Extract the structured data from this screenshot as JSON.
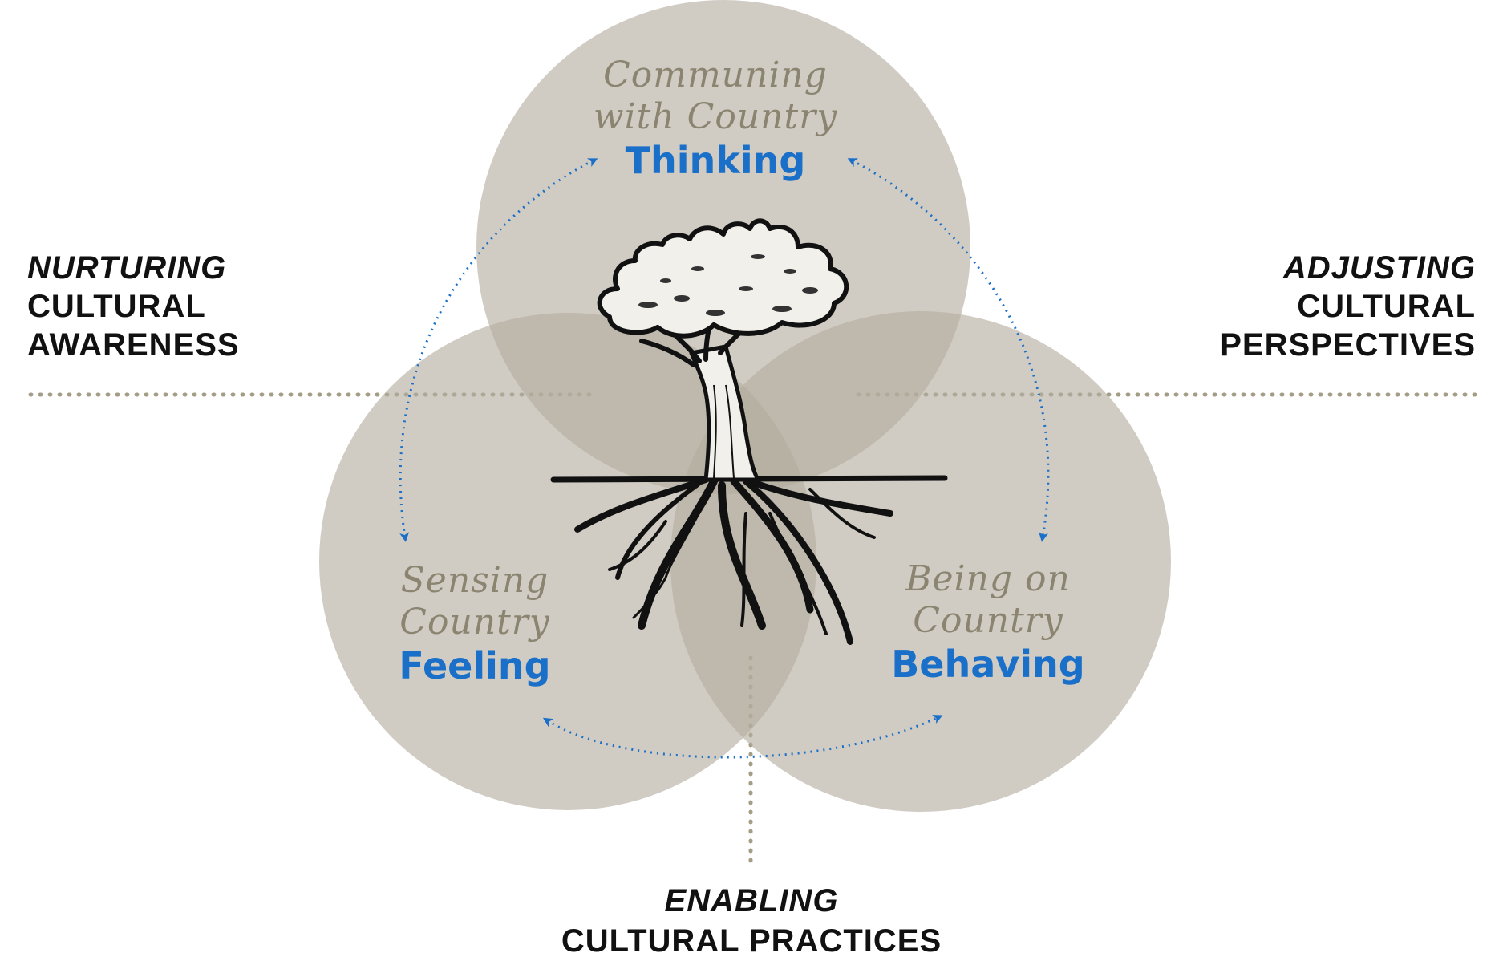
{
  "circles": {
    "top": {
      "title_line1": "Communing",
      "title_line2": "with Country",
      "keyword": "Thinking"
    },
    "left": {
      "title_line1": "Sensing",
      "title_line2": "Country",
      "keyword": "Feeling"
    },
    "right": {
      "title_line1": "Being on",
      "title_line2": "Country",
      "keyword": "Behaving"
    }
  },
  "labels": {
    "left": {
      "emphasis": "NURTURING",
      "line1": "CULTURAL",
      "line2": "AWARENESS"
    },
    "right": {
      "emphasis": "ADJUSTING",
      "line1": "CULTURAL",
      "line2": "PERSPECTIVES"
    },
    "bottom": {
      "emphasis": "ENABLING",
      "line1": "CULTURAL PRACTICES"
    }
  },
  "colors": {
    "circle_fill": "#cfcbc1",
    "keyword": "#1a6fc9",
    "handwriting": "#8a8470",
    "dotted_line": "#a39d86",
    "arrow": "#1a6fc9"
  }
}
